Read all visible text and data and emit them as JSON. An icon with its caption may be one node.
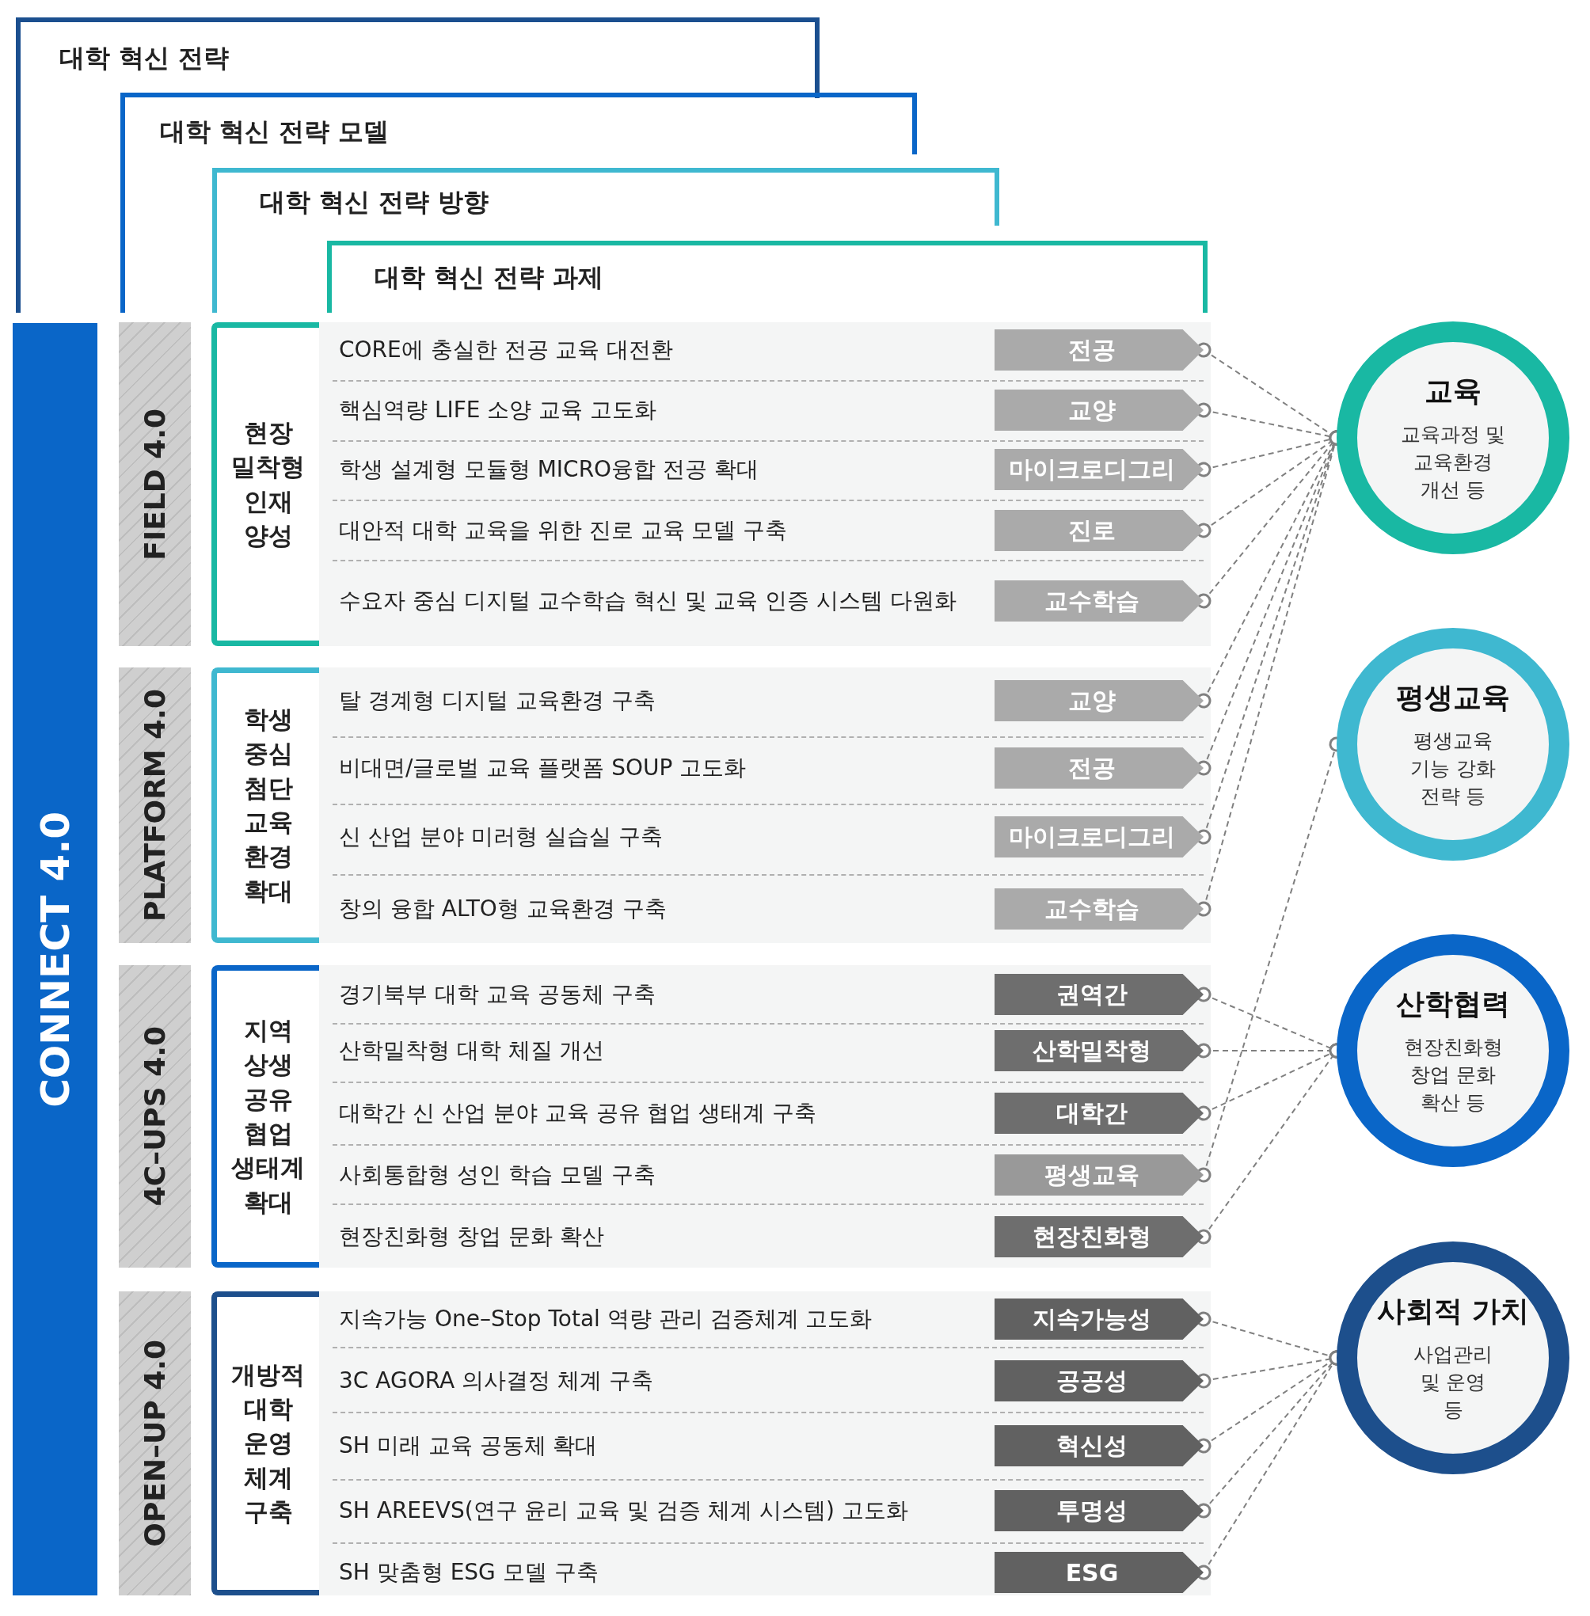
{
  "diagram": {
    "nodes": [
      {
        "text": [
          "대학 혁신 전략"
        ]
      },
      {
        "text": [
          "대학 혁신 전략 모델"
        ]
      },
      {
        "text": [
          "대학 혁신 전략 방향"
        ]
      },
      {
        "text": [
          "대학 혁신 전략 과제"
        ]
      },
      {
        "text": [
          "CONNECT 4.0"
        ]
      },
      {
        "text": [
          "FIELD 4.0"
        ]
      },
      {
        "text": [
          "현장 밀착형 인재 양성"
        ]
      },
      {
        "text": [
          "CORE에 충실한 전공 교육 대전환"
        ]
      },
      {
        "text": [
          "전공"
        ]
      },
      {
        "text": [
          "핵심역량 LIFE 소양 교육 고도화"
        ]
      },
      {
        "text": [
          "교양"
        ]
      },
      {
        "text": [
          "학생 설계형 모듈형 MICRO융합 전공 확대"
        ]
      },
      {
        "text": [
          "마이크로디그리"
        ]
      },
      {
        "text": [
          "대안적 대학 교육을 위한 진로 교육 모델 구축"
        ]
      },
      {
        "text": [
          "진로"
        ]
      },
      {
        "text": [
          "수요자 중심 디지털 교수학습 혁신 및 교육 인증 시스템 다원화"
        ]
      },
      {
        "text": [
          "교수학습"
        ]
      },
      {
        "text": [
          "PLATFORM 4.0"
        ]
      },
      {
        "text": [
          "학생 중심 첨단 교육 환경 확대"
        ]
      },
      {
        "text": [
          "탈 경계형 디지털 교육환경 구축"
        ]
      },
      {
        "text": [
          "교양"
        ]
      },
      {
        "text": [
          "비대면/글로벌 교육 플랫폼 SOUP 고도화"
        ]
      },
      {
        "text": [
          "전공"
        ]
      },
      {
        "text": [
          "신 산업 분야 미러형 실습실 구축"
        ]
      },
      {
        "text": [
          "마이크로디그리"
        ]
      },
      {
        "text": [
          "창의 융합 ALTO형 교육환경 구축"
        ]
      },
      {
        "text": [
          "교수학습"
        ]
      },
      {
        "text": [
          "4C–UPS 4.0"
        ]
      },
      {
        "text": [
          "지역 상생 공유 협업 생태계 확대"
        ]
      },
      {
        "text": [
          "경기북부 대학 교육 공동체 구축"
        ]
      },
      {
        "text": [
          "권역간"
        ]
      },
      {
        "text": [
          "산학밀착형 대학 체질 개선"
        ]
      },
      {
        "text": [
          "산학밀착형"
        ]
      },
      {
        "text": [
          "대학간 신 산업 분야 교육 공유 협업 생태계 구축"
        ]
      },
      {
        "text": [
          "대학간"
        ]
      },
      {
        "text": [
          "사회통합형 성인 학습 모델 구축"
        ]
      },
      {
        "text": [
          "평생교육"
        ]
      },
      {
        "text": [
          "현장친화형 창업 문화 확산"
        ]
      },
      {
        "text": [
          "현장친화형"
        ]
      },
      {
        "text": [
          "OPEN–UP 4.0"
        ]
      },
      {
        "text": [
          "개방적 대학 운영 체계 구축"
        ]
      },
      {
        "text": [
          "지속가능 One–Stop Total 역량 관리 검증체계 고도화"
        ]
      },
      {
        "text": [
          "지속가능성"
        ]
      },
      {
        "text": [
          "3C AGORA 의사결정 체계 구축"
        ]
      },
      {
        "text": [
          "공공성"
        ]
      },
      {
        "text": [
          "SH 미래 교육 공동체 확대"
        ]
      },
      {
        "text": [
          "혁신성"
        ]
      },
      {
        "text": [
          "SH AREEVS(연구 윤리 교육 및 검증 체계 시스템) 고도화"
        ]
      },
      {
        "text": [
          "투명성"
        ]
      },
      {
        "text": [
          "SH 맞춤형 ESG 모델 구축"
        ]
      },
      {
        "text": [
          "ESG"
        ]
      },
      {
        "text": [
          "교육",
          "교육과정 및 교육환경 개선 등"
        ]
      },
      {
        "text": [
          "평생교육",
          "평생교육 기능 강화 전략 등"
        ]
      },
      {
        "text": [
          "산학협력",
          "현장친화형 창업 문화 확산 등"
        ]
      },
      {
        "text": [
          "사회적 가치",
          "사업관리 및 운영 등"
        ]
      }
    ],
    "edges": [
      {
        "from": 8,
        "to": 51,
        "arrow": "other",
        "style": "dashed"
      },
      {
        "from": 10,
        "to": 51,
        "arrow": "other",
        "style": "dashed"
      },
      {
        "from": 12,
        "to": 51,
        "arrow": "other",
        "style": "dashed"
      },
      {
        "from": 14,
        "to": 51,
        "arrow": "other",
        "style": "dashed"
      },
      {
        "from": 16,
        "to": 51,
        "arrow": "other",
        "style": "dashed"
      },
      {
        "from": 20,
        "to": 51,
        "arrow": "other",
        "style": "dashed"
      },
      {
        "from": 22,
        "to": 51,
        "arrow": "other",
        "style": "dashed"
      },
      {
        "from": 24,
        "to": 51,
        "arrow": "other",
        "style": "dashed"
      },
      {
        "from": 26,
        "to": 51,
        "arrow": "other",
        "style": "dashed"
      },
      {
        "from": 30,
        "to": 53,
        "arrow": "other",
        "style": "dashed"
      },
      {
        "from": 32,
        "to": 53,
        "arrow": "other",
        "style": "dashed"
      },
      {
        "from": 34,
        "to": 53,
        "arrow": "other",
        "style": "dashed"
      },
      {
        "from": 36,
        "to": 52,
        "arrow": "other",
        "style": "dashed"
      },
      {
        "from": 38,
        "to": 53,
        "arrow": "other",
        "style": "dashed"
      },
      {
        "from": 42,
        "to": 54,
        "arrow": "other",
        "style": "dashed"
      },
      {
        "from": 44,
        "to": 54,
        "arrow": "other",
        "style": "dashed"
      },
      {
        "from": 46,
        "to": 54,
        "arrow": "other",
        "style": "dashed"
      },
      {
        "from": 48,
        "to": 54,
        "arrow": "other",
        "style": "dashed"
      },
      {
        "from": 50,
        "to": 54,
        "arrow": "other",
        "style": "dashed"
      }
    ]
  }
}
